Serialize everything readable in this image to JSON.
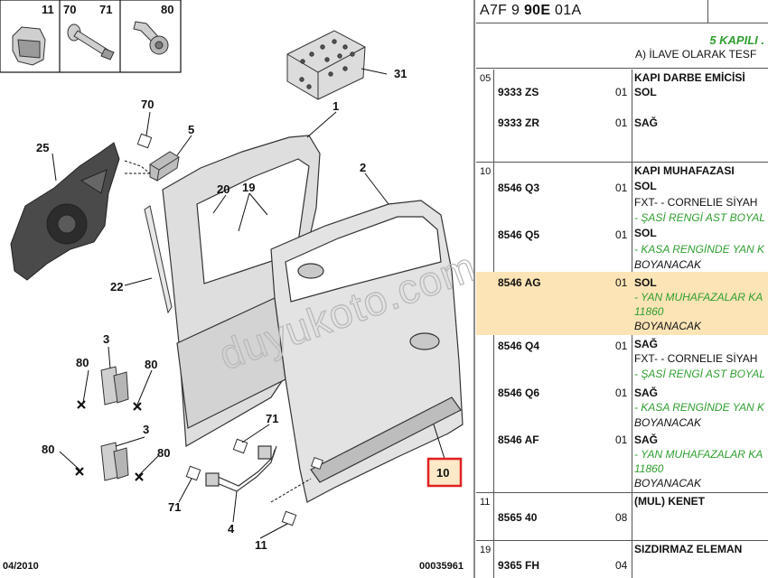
{
  "diagram": {
    "date_code": "04/2010",
    "sheet_number": "00035961",
    "watermark": "duyukoto.com",
    "inset_labels": [
      "11",
      "70",
      "71",
      "80"
    ],
    "callouts": {
      "c1": "1",
      "c2": "2",
      "c3a": "3",
      "c3b": "3",
      "c4": "4",
      "c5": "5",
      "c10": "10",
      "c11": "11",
      "c19": "19",
      "c20": "20",
      "c22": "22",
      "c25": "25",
      "c31": "31",
      "c70": "70",
      "c71a": "71",
      "c71b": "71",
      "c80a": "80",
      "c80b": "80",
      "c80c": "80",
      "c80d": "80"
    },
    "highlight_color": "#e02020"
  },
  "header": {
    "ref_prefix": "A7F 9 ",
    "ref_bold": "90E",
    "ref_suffix": " 01A",
    "title": "5 KAPILI .",
    "subtitle": "A) İLAVE OLARAK TESF"
  },
  "groups": [
    {
      "number": "05",
      "title": "KAPI DARBE EMİCİSİ",
      "items": [
        {
          "part": "9333 ZS",
          "qty": "01",
          "side": "SOL",
          "lines": []
        },
        {
          "part": "9333 ZR",
          "qty": "01",
          "side": "SAĞ",
          "lines": []
        }
      ]
    },
    {
      "number": "10",
      "title": "KAPI MUHAFAZASI",
      "items": [
        {
          "part": "8546 Q3",
          "qty": "01",
          "side": "SOL",
          "lines": [
            {
              "style": "n",
              "text": "FXT- - CORNELIE SİYAH"
            },
            {
              "style": "g",
              "text": "- ŞASİ RENGİ AST BOYAL"
            }
          ]
        },
        {
          "part": "8546 Q5",
          "qty": "01",
          "side": "SOL",
          "lines": [
            {
              "style": "g",
              "text": "- KASA RENGİNDE YAN K"
            },
            {
              "style": "k",
              "text": "BOYANACAK"
            }
          ]
        },
        {
          "part": "8546 AG",
          "qty": "01",
          "side": "SOL",
          "highlight": true,
          "lines": [
            {
              "style": "g",
              "text": "- YAN MUHAFAZALAR KA"
            },
            {
              "style": "g",
              "text": "11860"
            },
            {
              "style": "k",
              "text": "BOYANACAK"
            }
          ]
        },
        {
          "part": "8546 Q4",
          "qty": "01",
          "side": "SAĞ",
          "lines": [
            {
              "style": "n",
              "text": "FXT- - CORNELIE SİYAH"
            },
            {
              "style": "g",
              "text": "- ŞASİ RENGİ AST BOYAL"
            }
          ]
        },
        {
          "part": "8546 Q6",
          "qty": "01",
          "side": "SAĞ",
          "lines": [
            {
              "style": "g",
              "text": "- KASA RENGİNDE YAN K"
            },
            {
              "style": "k",
              "text": "BOYANACAK"
            }
          ]
        },
        {
          "part": "8546 AF",
          "qty": "01",
          "side": "SAĞ",
          "lines": [
            {
              "style": "g",
              "text": "- YAN MUHAFAZALAR KA"
            },
            {
              "style": "g",
              "text": "11860"
            },
            {
              "style": "k",
              "text": "BOYANACAK"
            }
          ]
        }
      ]
    },
    {
      "number": "11",
      "title": "(MUL) KENET",
      "items": [
        {
          "part": "8565 40",
          "qty": "08",
          "side": "",
          "lines": []
        }
      ]
    },
    {
      "number": "19",
      "title": "SIZDIRMAZ ELEMAN",
      "items": [
        {
          "part": "9365 FH",
          "qty": "04",
          "side": "",
          "lines": []
        }
      ]
    }
  ],
  "colors": {
    "green_text": "#2f9e2f",
    "highlight_row": "#fce4b6",
    "rule": "#555555"
  }
}
